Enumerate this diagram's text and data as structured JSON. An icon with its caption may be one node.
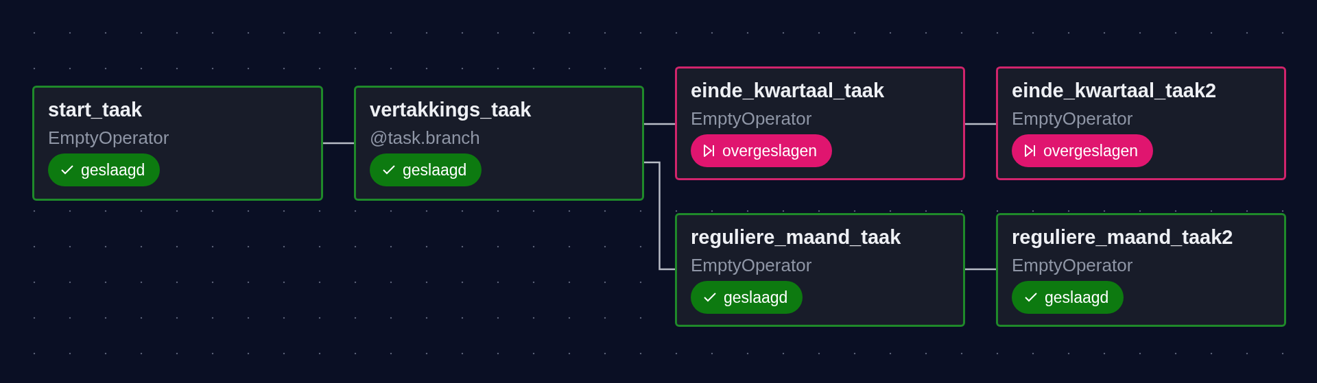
{
  "diagram": {
    "nodes": [
      {
        "text": [
          "start_taak",
          "EmptyOperator",
          "geslaagd"
        ]
      },
      {
        "text": [
          "vertakkings_taak",
          "@task.branch",
          "geslaagd"
        ]
      },
      {
        "text": [
          "einde_kwartaal_taak",
          "EmptyOperator",
          "overgeslagen"
        ]
      },
      {
        "text": [
          "einde_kwartaal_taak2",
          "EmptyOperator",
          "overgeslagen"
        ]
      },
      {
        "text": [
          "reguliere_maand_taak",
          "EmptyOperator",
          "geslaagd"
        ]
      },
      {
        "text": [
          "reguliere_maand_taak2",
          "EmptyOperator",
          "geslaagd"
        ]
      }
    ],
    "edges": [
      {
        "from": 0,
        "to": 1,
        "arrow": "none"
      },
      {
        "from": 1,
        "to": 2,
        "arrow": "none"
      },
      {
        "from": 2,
        "to": 3,
        "arrow": "none"
      },
      {
        "from": 1,
        "to": 4,
        "arrow": "none"
      },
      {
        "from": 4,
        "to": 5,
        "arrow": "none"
      }
    ]
  }
}
